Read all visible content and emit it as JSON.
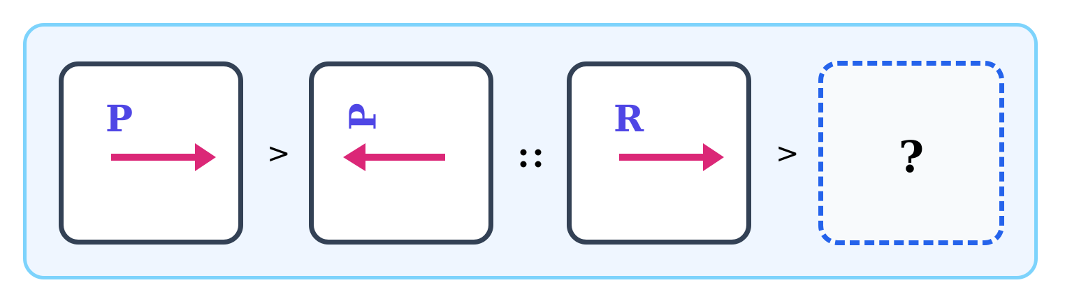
{
  "colors": {
    "letter": "#4f46e5",
    "arrow": "#db2777",
    "card_border": "#334155",
    "answer_border": "#2563eb",
    "panel_border": "#7dd3fc",
    "panel_fill": "#eff6ff"
  },
  "cards": [
    {
      "letter": "P",
      "letter_rotation": "upright",
      "arrow_direction": "right"
    },
    {
      "letter": "P",
      "letter_rotation": "rotated-90-ccw",
      "arrow_direction": "left"
    },
    {
      "letter": "R",
      "letter_rotation": "upright",
      "arrow_direction": "right"
    }
  ],
  "relations": {
    "first": ">",
    "analogy": "::",
    "second": ">"
  },
  "answer": {
    "text": "?"
  }
}
